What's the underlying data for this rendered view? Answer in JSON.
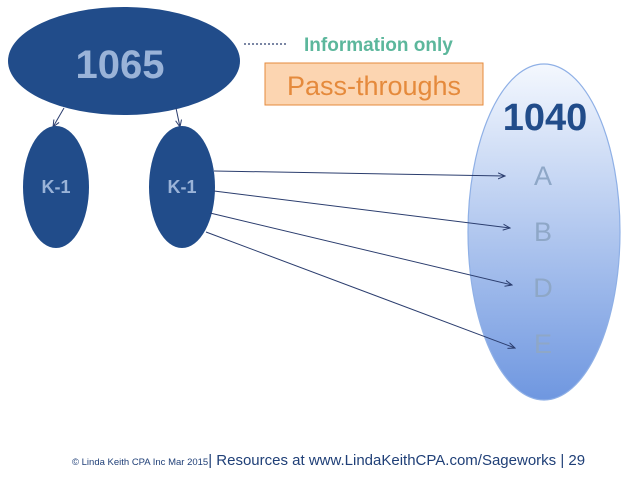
{
  "diagram": {
    "form_1065": {
      "label": "1065",
      "color": "#214c8a"
    },
    "k1_left": {
      "label": "K-1",
      "color": "#214c8a"
    },
    "k1_right": {
      "label": "K-1",
      "color": "#214c8a"
    },
    "info_only": {
      "label": "Information only",
      "color": "#5cb79c"
    },
    "pass_throughs": {
      "label": "Pass-throughs",
      "text_color": "#e58a3c",
      "fill": "#fcd5b1",
      "border": "#e58a3c"
    },
    "form_1040": {
      "label": "1040",
      "label_color": "#214c8a",
      "schedules": [
        "A",
        "B",
        "D",
        "E"
      ],
      "schedule_color": "#8ea7c7",
      "fill_top": "#f4f8fe",
      "fill_bottom": "#6f97e0"
    },
    "arrow_color": "#2b3d6e"
  },
  "footer": {
    "copyright": "© Linda Keith CPA Inc Mar 2015",
    "resources": "| Resources at www.LindaKeithCPA.com/Sageworks | 29"
  }
}
